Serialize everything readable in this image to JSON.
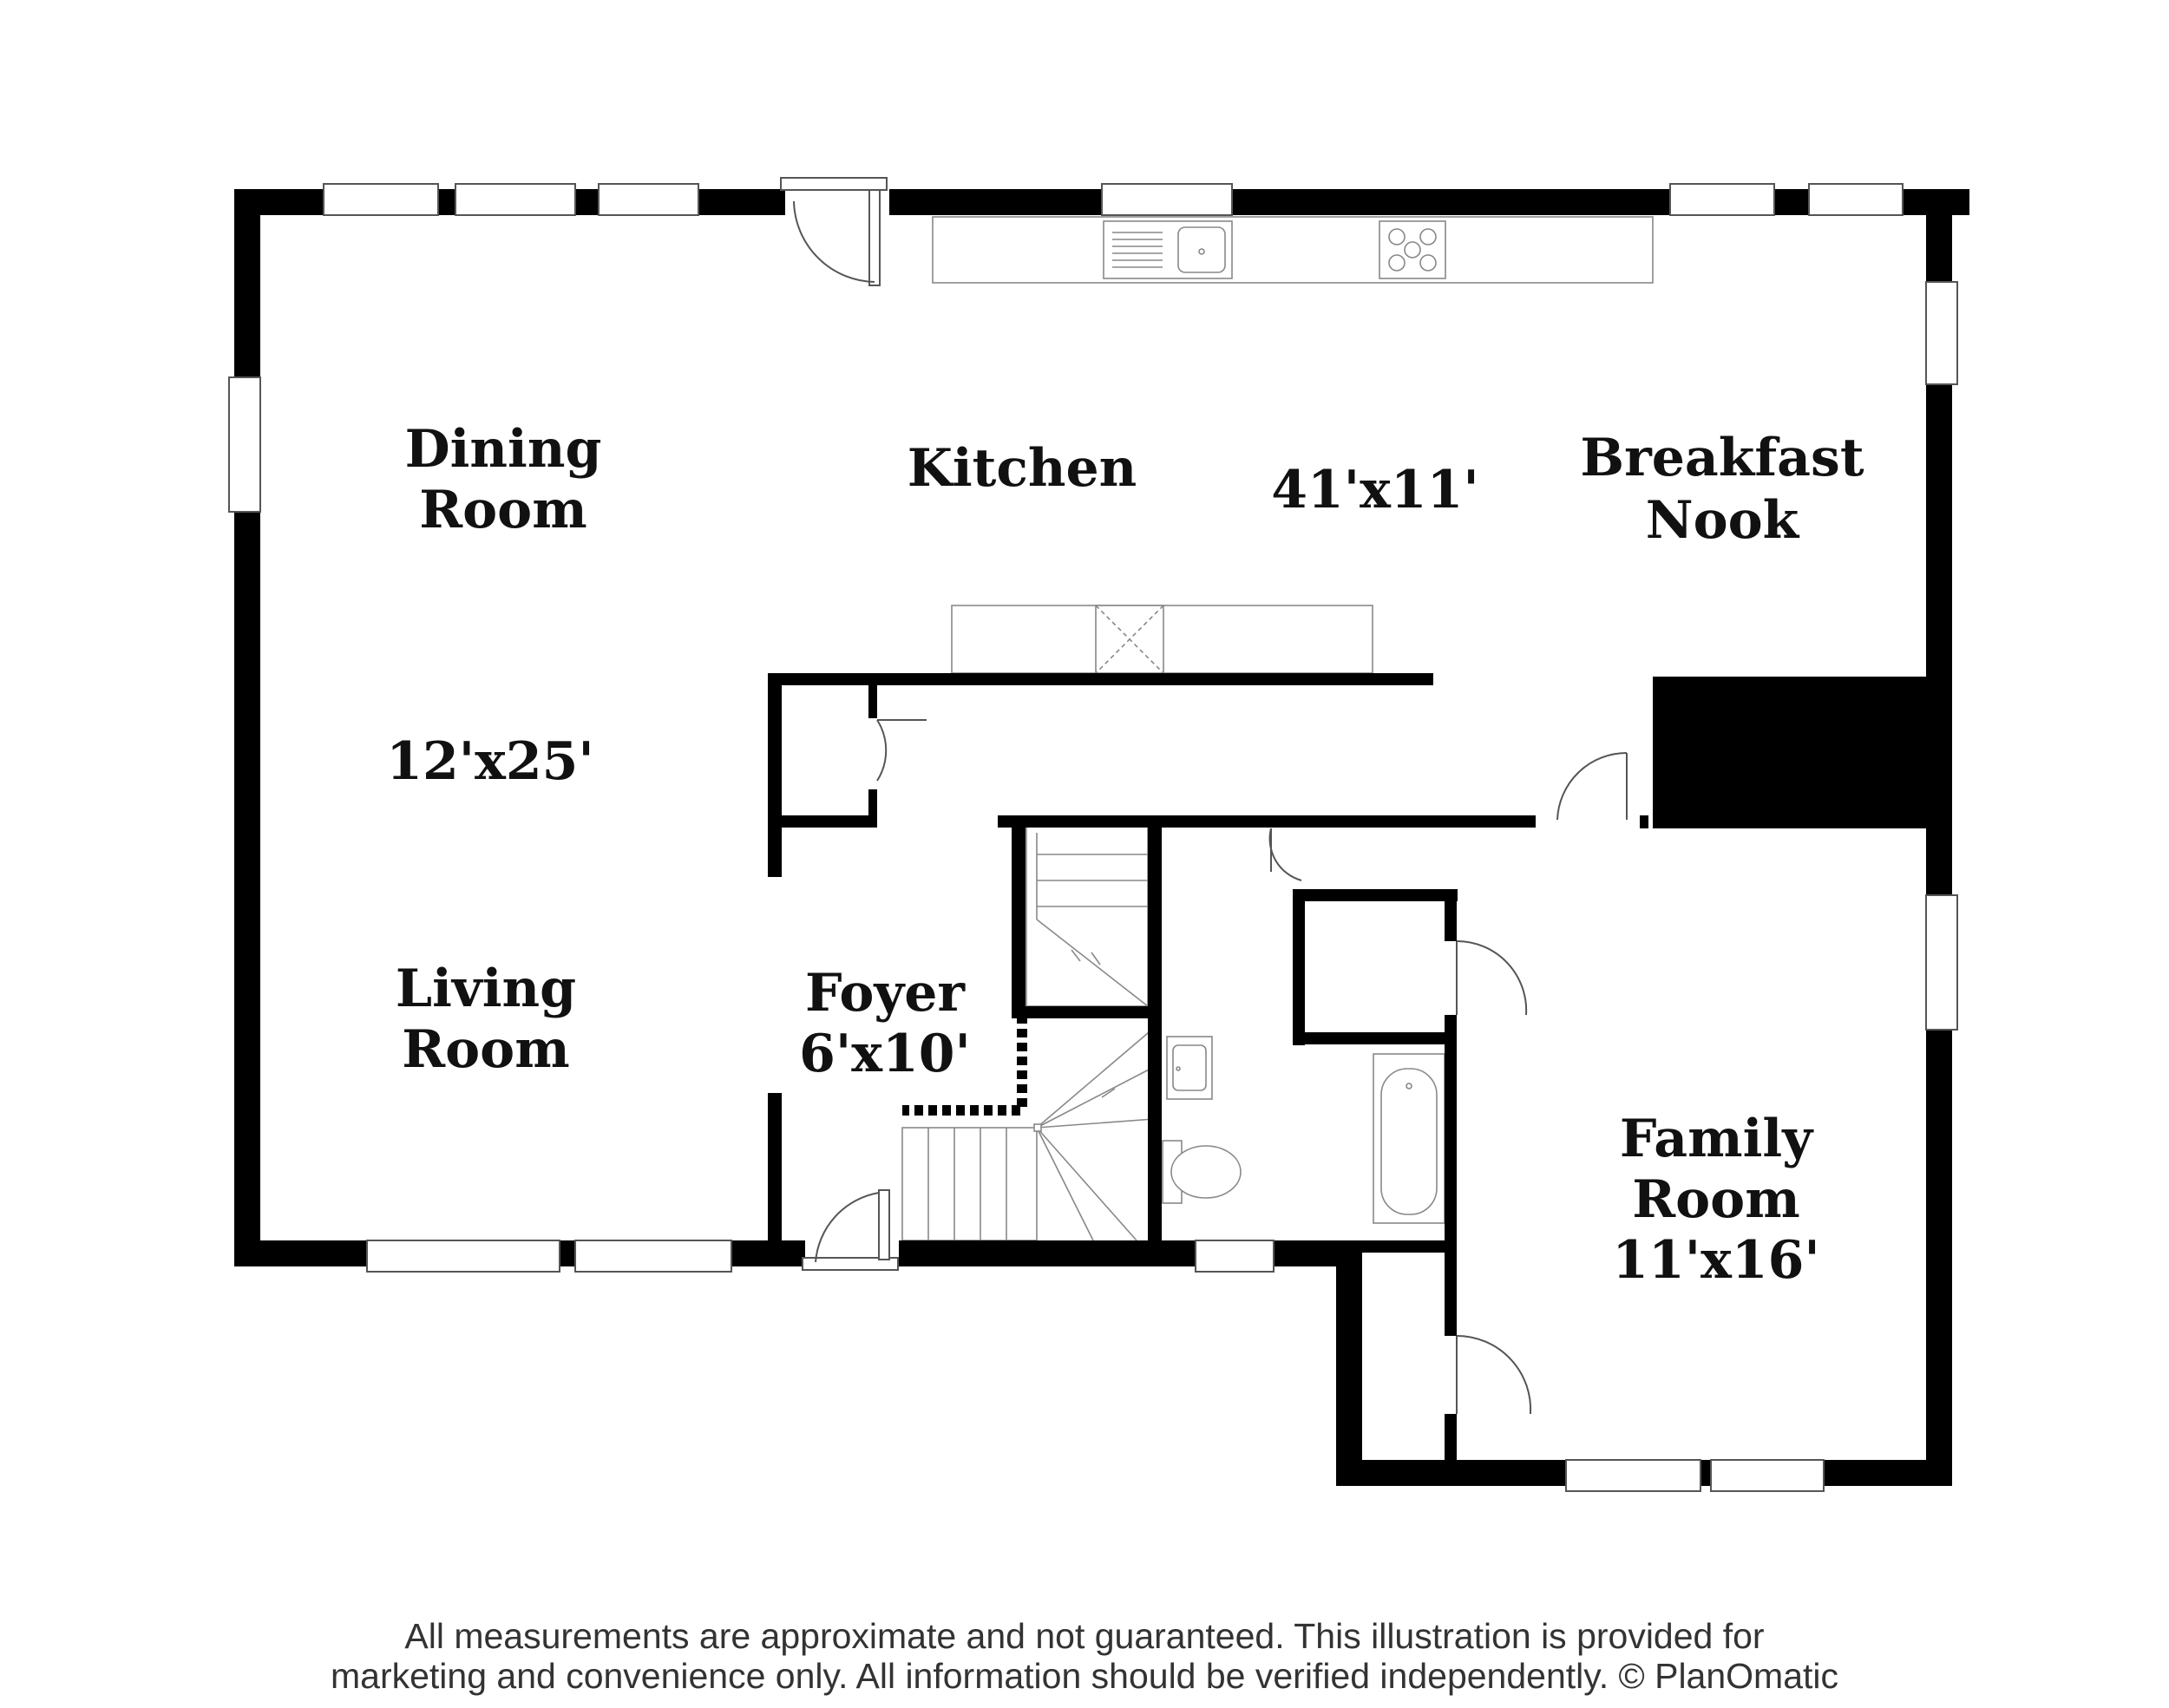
{
  "rooms": {
    "dining_room": {
      "line1": "Dining",
      "line2": "Room"
    },
    "kitchen": {
      "name": "Kitchen"
    },
    "kitchen_dims": "41'x11'",
    "breakfast_nook": {
      "line1": "Breakfast",
      "line2": "Nook"
    },
    "dining_living_dims": "12'x25'",
    "living_room": {
      "line1": "Living",
      "line2": "Room"
    },
    "foyer": {
      "name": "Foyer",
      "dims": "6'x10'"
    },
    "family_room": {
      "line1": "Family",
      "line2": "Room",
      "dims": "11'x16'"
    }
  },
  "disclaimer": {
    "line1": "All measurements are approximate and not guaranteed. This illustration is provided for",
    "line2": "marketing and convenience only. All information should be verified independently. © PlanOmatic"
  }
}
